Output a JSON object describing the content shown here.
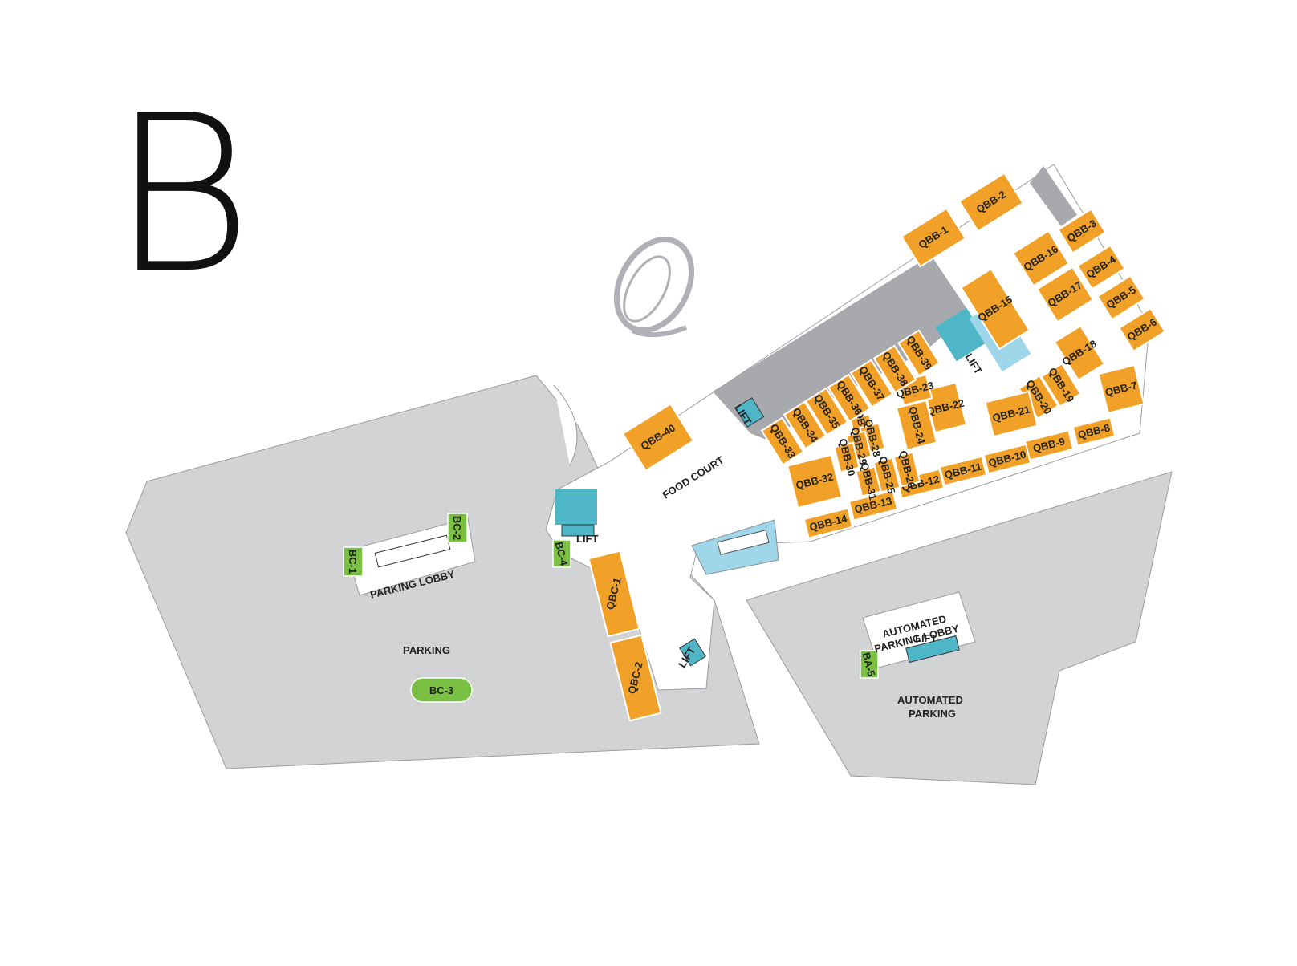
{
  "floor": {
    "letter": "B"
  },
  "colors": {
    "shop": "#f2a128",
    "parking": "#d1d3d4",
    "service": "#a7a9ac",
    "corridor": "#ffffff",
    "restroom": "#4fb6c8",
    "escalator": "#9fd6ea",
    "green_unit": "#7ac143",
    "logo": "#b0b0b6"
  },
  "logo": {
    "icon": "q-logo-icon"
  },
  "areas": {
    "parking": "PARKING",
    "parking_lobby": "PARKING LOBBY",
    "automated_parking_line1": "AUTOMATED",
    "automated_parking_line2": "PARKING",
    "automated_lobby_line1": "AUTOMATED",
    "automated_lobby_line2": "PARKING LOBBY",
    "food_court": "FOOD COURT"
  },
  "lifts": [
    "LIFT",
    "LIFT",
    "LIFT",
    "LIFT",
    "LIFT"
  ],
  "green_units": [
    "BC-1",
    "BC-2",
    "BC-3",
    "BC-4",
    "BA-5"
  ],
  "shops": [
    "QBB-1",
    "QBB-2",
    "QBB-3",
    "QBB-4",
    "QBB-5",
    "QBB-6",
    "QBB-7",
    "QBB-8",
    "QBB-9",
    "QBB-10",
    "QBB-11",
    "QBB-12",
    "QBB-13",
    "QBB-14",
    "QBB-15",
    "QBB-16",
    "QBB-17",
    "QBB-18",
    "QBB-19",
    "QBB-20",
    "QBB-21",
    "QBB-22",
    "QBB-23",
    "QBB-24",
    "QBB-25",
    "QBB-26",
    "QBB-27",
    "QBB-28",
    "QBB-29",
    "QBB-30",
    "QBB-31",
    "QBB-32",
    "QBB-33",
    "QBB-34",
    "QBB-35",
    "QBB-36",
    "QBB-37",
    "QBB-38",
    "QBB-39",
    "QBB-40",
    "QBC-1",
    "QBC-2"
  ]
}
